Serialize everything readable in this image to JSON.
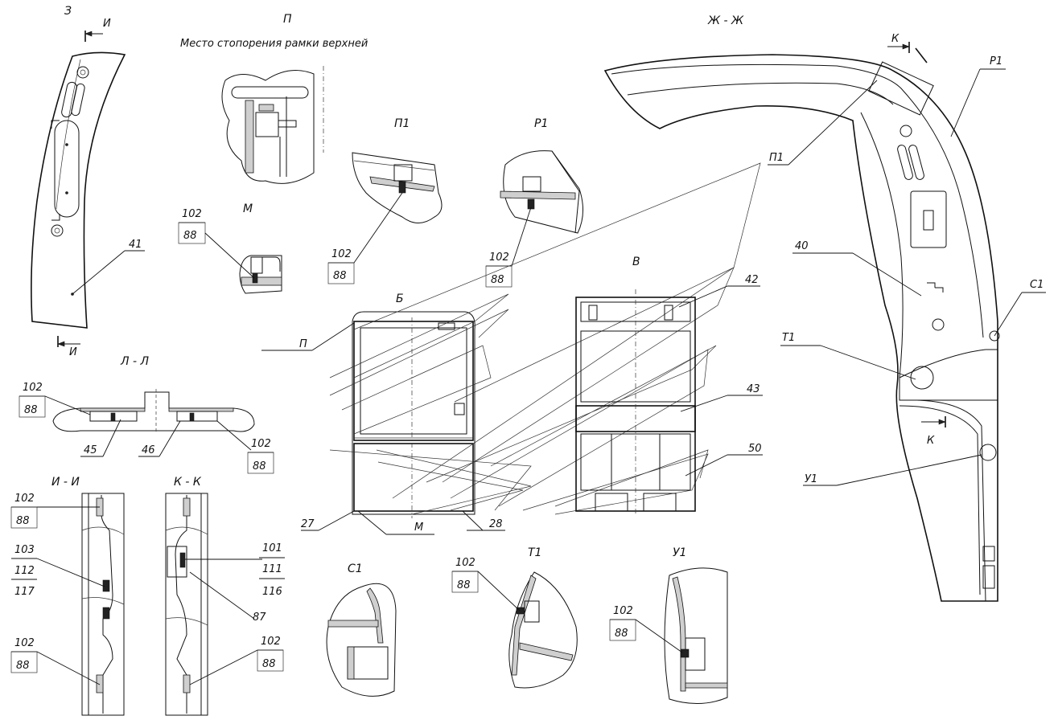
{
  "views": {
    "z": "З",
    "p": "П",
    "p_note": "Место стопорения рамки верхней",
    "zh": "Ж - Ж",
    "p1": "П1",
    "r1": "Р1",
    "m": "М",
    "b": "Б",
    "v": "В",
    "ll": "Л - Л",
    "ii": "И - И",
    "kk": "К - К",
    "s1": "С1",
    "t1": "Т1",
    "u1": "У1"
  },
  "markers": {
    "i": "И",
    "k": "К"
  },
  "callouts": {
    "c41": "41",
    "c40": "40",
    "c42": "42",
    "c43": "43",
    "c50": "50",
    "c27": "27",
    "c28": "28",
    "c45": "45",
    "c46": "46",
    "c87": "87",
    "n102": "102",
    "n88": "88",
    "n103": "103",
    "n112": "112",
    "n117": "117",
    "n101": "101",
    "n111": "111",
    "n116": "116",
    "ref_p": "П",
    "ref_m": "М",
    "ref_p1": "П1",
    "ref_r1": "Р1",
    "ref_s1": "С1",
    "ref_t1": "Т1",
    "ref_u1": "У1"
  }
}
